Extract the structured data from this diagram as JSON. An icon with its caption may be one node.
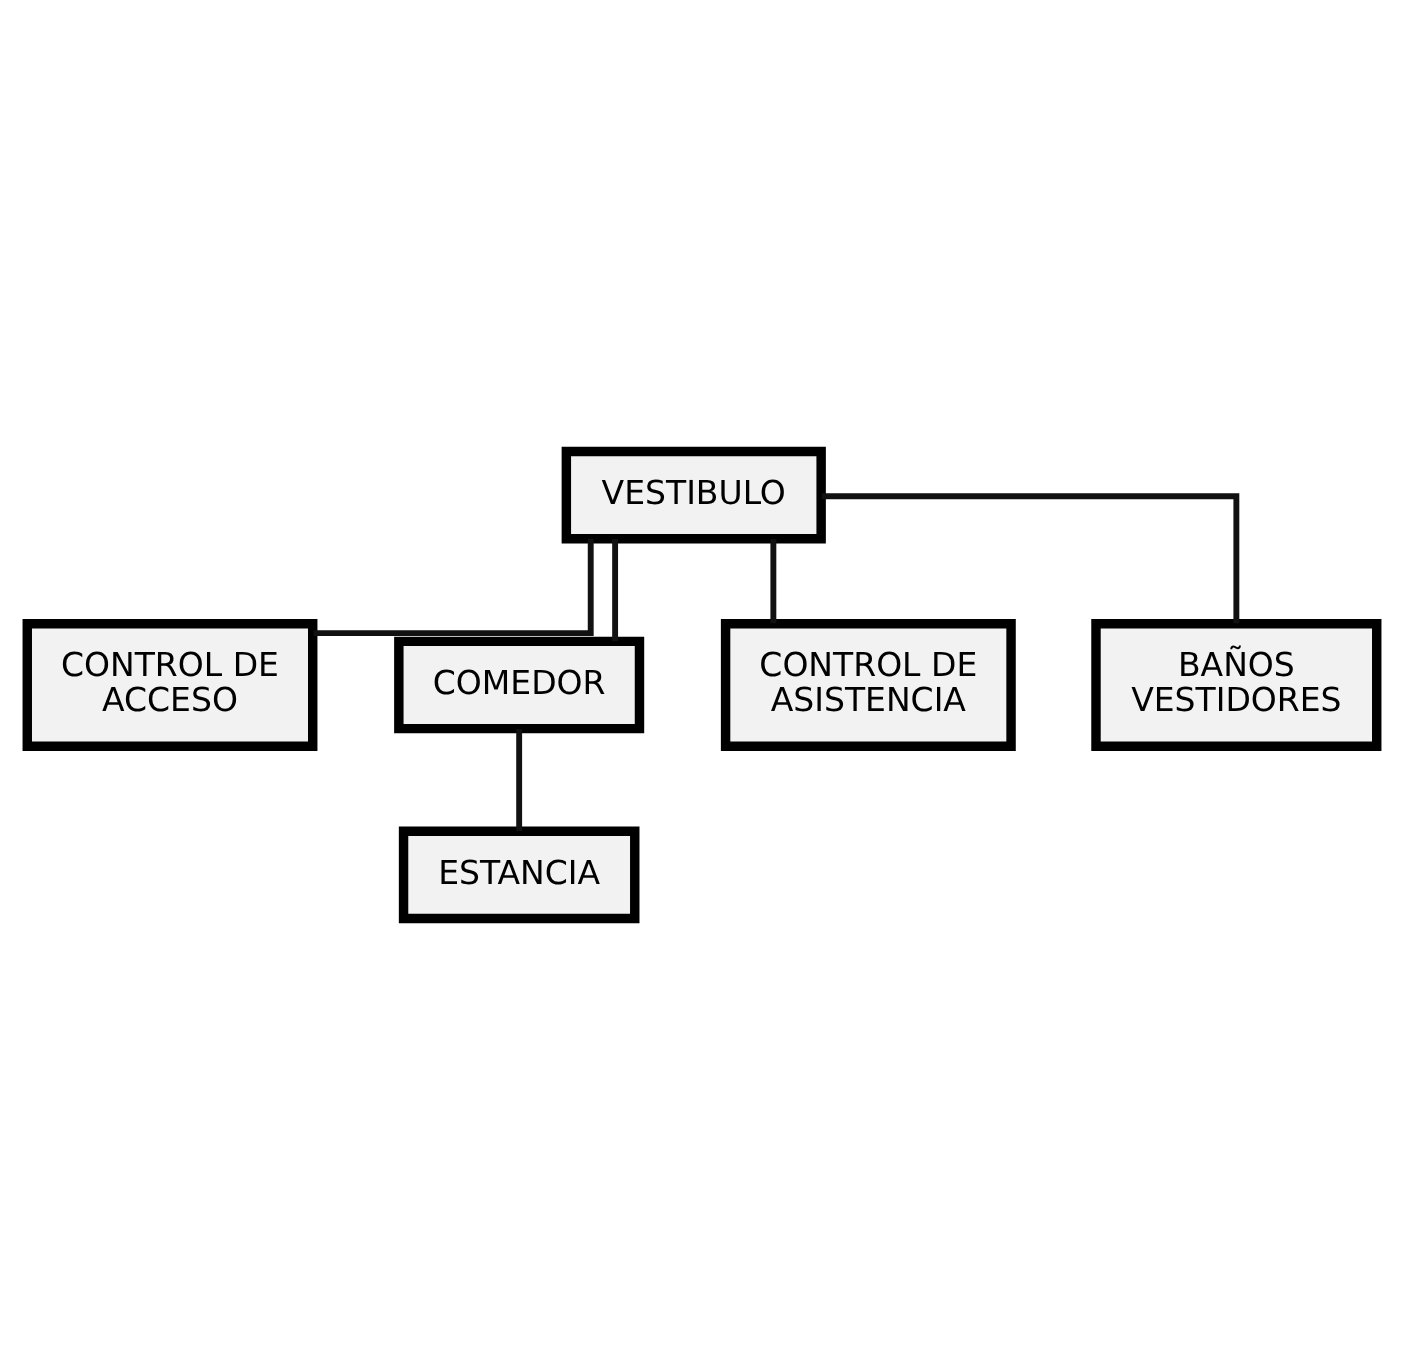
{
  "diagram": {
    "nodes": [
      {
        "text": [
          "CONTROL DE ACCESO"
        ]
      },
      {
        "text": [
          "VESTIBULO"
        ]
      },
      {
        "text": [
          "COMEDOR"
        ]
      },
      {
        "text": [
          "CONTROL DE ASISTENCIA"
        ]
      },
      {
        "text": [
          "ESTANCIA"
        ]
      },
      {
        "text": [
          "BAÑOS VESTIDORES"
        ]
      }
    ],
    "edges": [
      {
        "from": 1,
        "to": 0,
        "arrow": "none"
      },
      {
        "from": 1,
        "to": 2,
        "arrow": "none"
      },
      {
        "from": 1,
        "to": 3,
        "arrow": "none"
      },
      {
        "from": 2,
        "to": 4,
        "arrow": "none"
      },
      {
        "from": 1,
        "to": 5,
        "arrow": "none"
      }
    ]
  }
}
